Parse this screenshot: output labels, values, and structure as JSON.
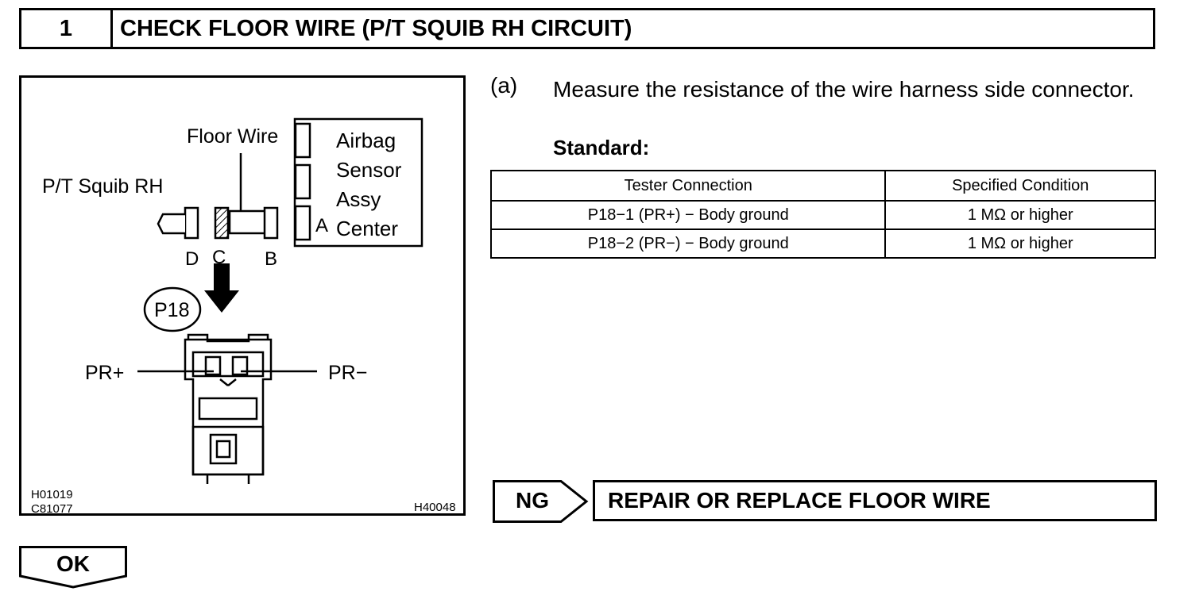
{
  "header": {
    "step_number": "1",
    "title": "CHECK FLOOR WIRE (P/T SQUIB RH CIRCUIT)"
  },
  "figure": {
    "labels": {
      "floor_wire": "Floor Wire",
      "airbag": "Airbag",
      "sensor": "Sensor",
      "assy": "Assy",
      "center": "Center",
      "squib": "P/T Squib RH",
      "conn_a": "A",
      "conn_b": "B",
      "conn_c": "C",
      "conn_d": "D",
      "connector_id": "P18",
      "pr_plus": "PR+",
      "pr_minus": "PR−",
      "code1": "H01019",
      "code2": "C81077",
      "code3": "H40048"
    }
  },
  "instruction": {
    "letter": "(a)",
    "text": "Measure the resistance of the wire harness side connector.",
    "standard_label": "Standard:"
  },
  "spec_table": {
    "headers": [
      "Tester Connection",
      "Specified Condition"
    ],
    "rows": [
      [
        "P18−1 (PR+) − Body ground",
        "1 MΩ or higher"
      ],
      [
        "P18−2 (PR−) − Body ground",
        "1 MΩ or higher"
      ]
    ]
  },
  "result_ng": {
    "label": "NG",
    "action": "REPAIR OR REPLACE FLOOR WIRE"
  },
  "result_ok": {
    "label": "OK"
  }
}
